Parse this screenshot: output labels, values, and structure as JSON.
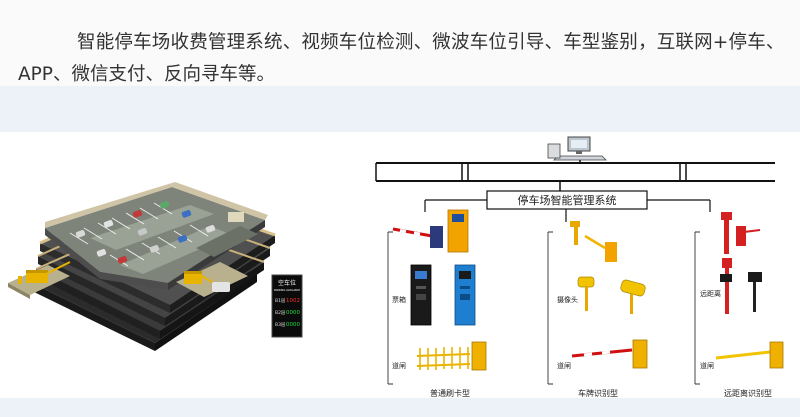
{
  "intro": {
    "line1": "智能停车场收费管理系统、视频车位检测、微波车位引导、车型鉴别，互联网+停车、",
    "line2": "APP、微信支付、反向寻车等。"
  },
  "sign": {
    "title": "空车位",
    "subtitle": "PARKING AVAILABLE",
    "rows": [
      {
        "label": "B1层",
        "value": "1002"
      },
      {
        "label": "B2层",
        "value": "0000"
      },
      {
        "label": "B3层",
        "value": "0000"
      }
    ]
  },
  "diagram": {
    "system_box": "停车场智能管理系统",
    "groups": [
      {
        "name": "普通刷卡型",
        "device_label": "票箱",
        "gate_label": "道闸"
      },
      {
        "name": "车牌识别型",
        "device_label": "摄像头",
        "gate_label": "道闸"
      },
      {
        "name": "远距离识别型",
        "device_label": "远距离",
        "gate_label": "道闸"
      }
    ]
  },
  "colors": {
    "accent_band": "#ecf2f8",
    "barrier_yellow": "#f2b400",
    "cabinet_orange": "#f3a300",
    "kiosk_blue": "#1e7fd0",
    "kiosk_black": "#1a1a1a",
    "stand_red": "#d42020"
  }
}
